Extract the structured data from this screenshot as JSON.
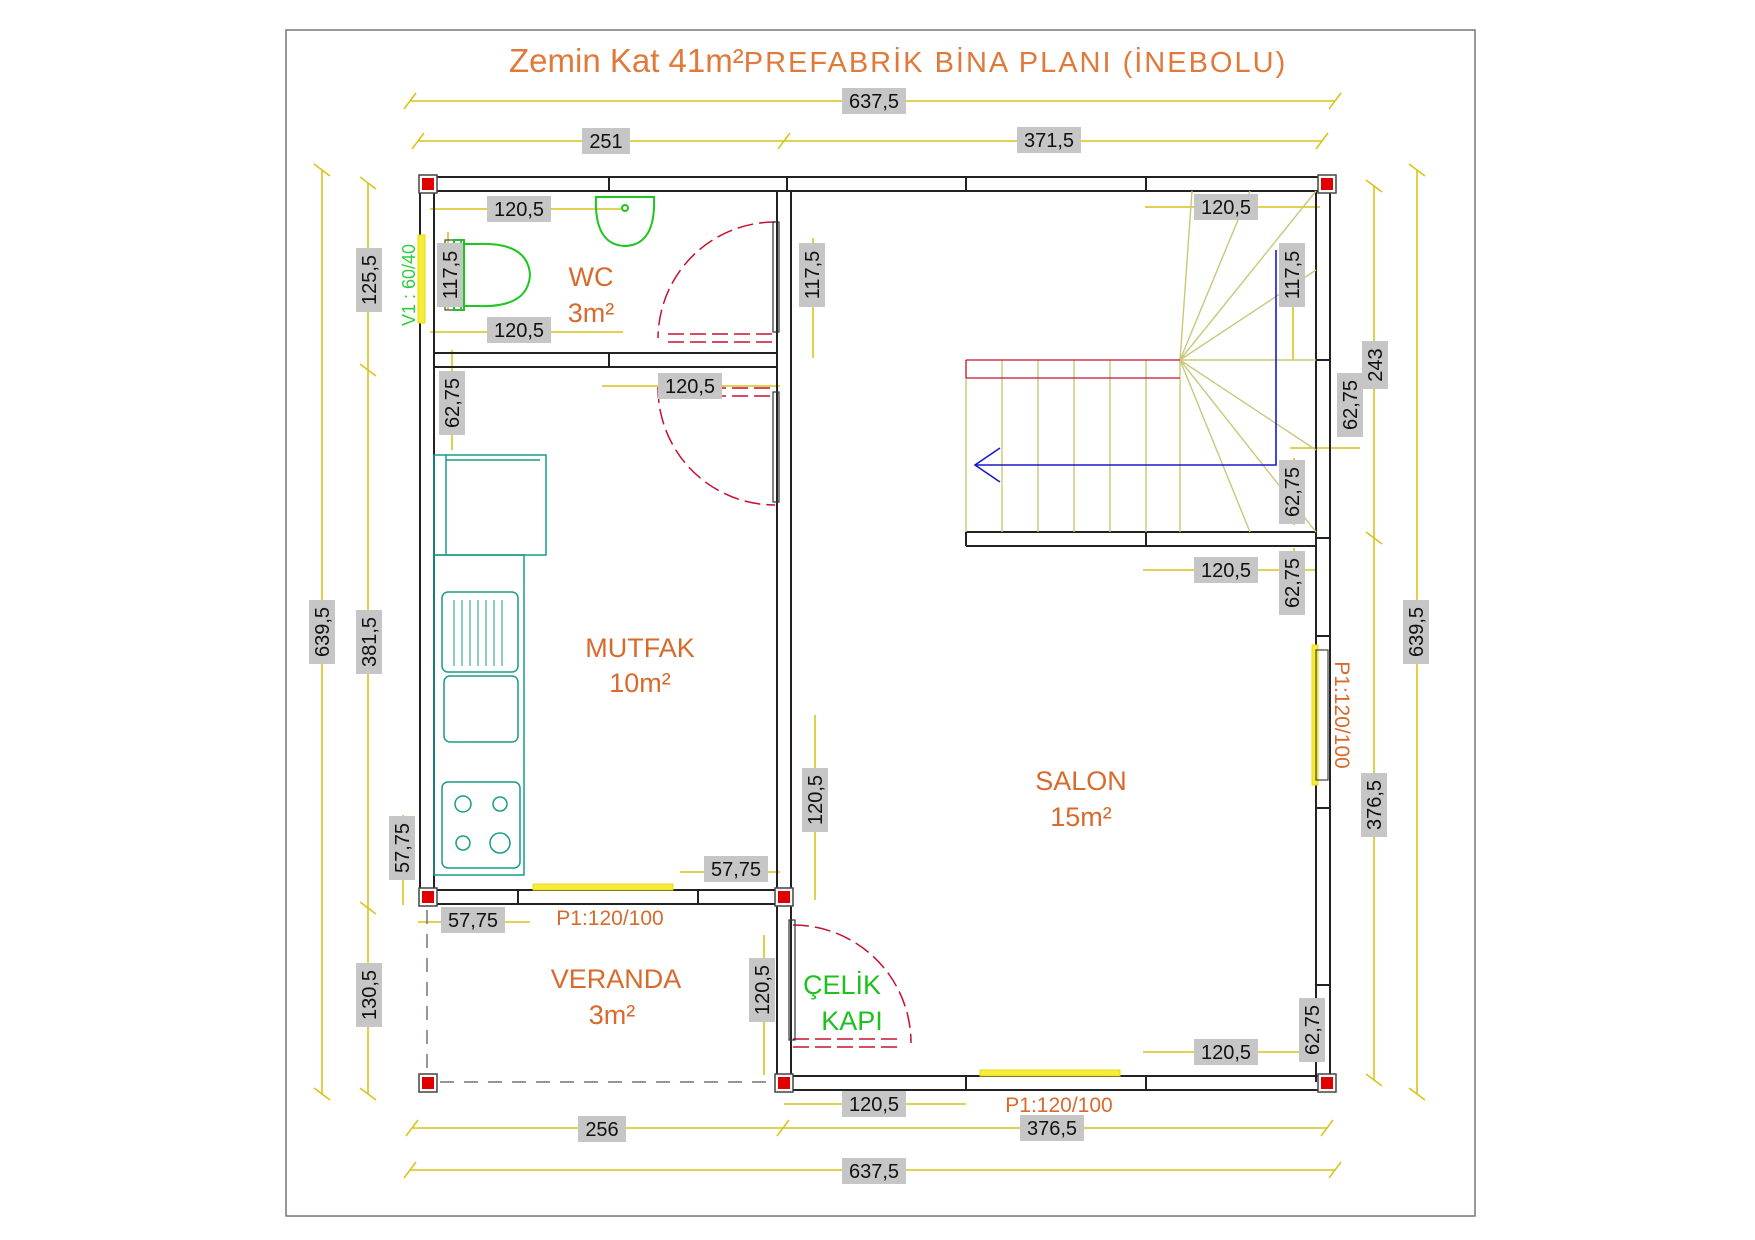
{
  "title": {
    "main": "Zemin Kat 41m²",
    "sub": "PREFABRİK BİNA PLANI (İNEBOLU)"
  },
  "colors": {
    "title": "#e0793a",
    "room": "#d86a2c",
    "dim": "#d8c41c",
    "wall": "#222222",
    "column": "#e00000",
    "fixture": "#1a9c86",
    "wc_fixture": "#1fc51f",
    "door_swing": "#c8102e",
    "stair": "#c8c87a",
    "stair_arrow": "#1a1acc",
    "window": "#f2e21a",
    "door_label": "#20c020",
    "v1_label": "#2ecc40"
  },
  "rooms": {
    "wc": {
      "name": "WC",
      "area": "3m²"
    },
    "mutfak": {
      "name": "MUTFAK",
      "area": "10m²"
    },
    "salon": {
      "name": "SALON",
      "area": "15m²"
    },
    "veranda": {
      "name": "VERANDA",
      "area": "3m²"
    },
    "door": {
      "line1": "ÇELİK",
      "line2": "KAPI"
    }
  },
  "openings": {
    "v1": "V1 : 60/40",
    "p1_kitchen": "P1:120/100",
    "p1_bottom": "P1:120/100",
    "p1_right": "P1:120/100"
  },
  "dimensions": {
    "top_total": "637,5",
    "top_left": "251",
    "top_right": "371,5",
    "bottom_left": "256",
    "bottom_right": "376,5",
    "bottom_total": "637,5",
    "left_total": "639,5",
    "left_wc": "125,5",
    "left_mutfak": "381,5",
    "left_veranda": "130,5",
    "right_total": "639,5",
    "right_upper": "243",
    "right_lower": "376,5",
    "wc_top": "120,5",
    "wc_height": "117,5",
    "wc_bottom": "120,5",
    "wc_door": "117,5",
    "mutfak_door": "120,5",
    "mutfak_side": "62,75",
    "stair_top": "120,5",
    "stair_height": "117,5",
    "stair_mid_a": "62,75",
    "stair_mid_b": "62,75",
    "stair_bottom": "120,5",
    "salon_right_a": "62,75",
    "salon_wall": "120,5",
    "kitchen_corner_v": "57,75",
    "kitchen_corner_h": "57,75",
    "veranda_left": "57,75",
    "door_height": "120,5",
    "bottom_door": "120,5",
    "salon_bottom": "120,5",
    "salon_corner": "62,75"
  }
}
